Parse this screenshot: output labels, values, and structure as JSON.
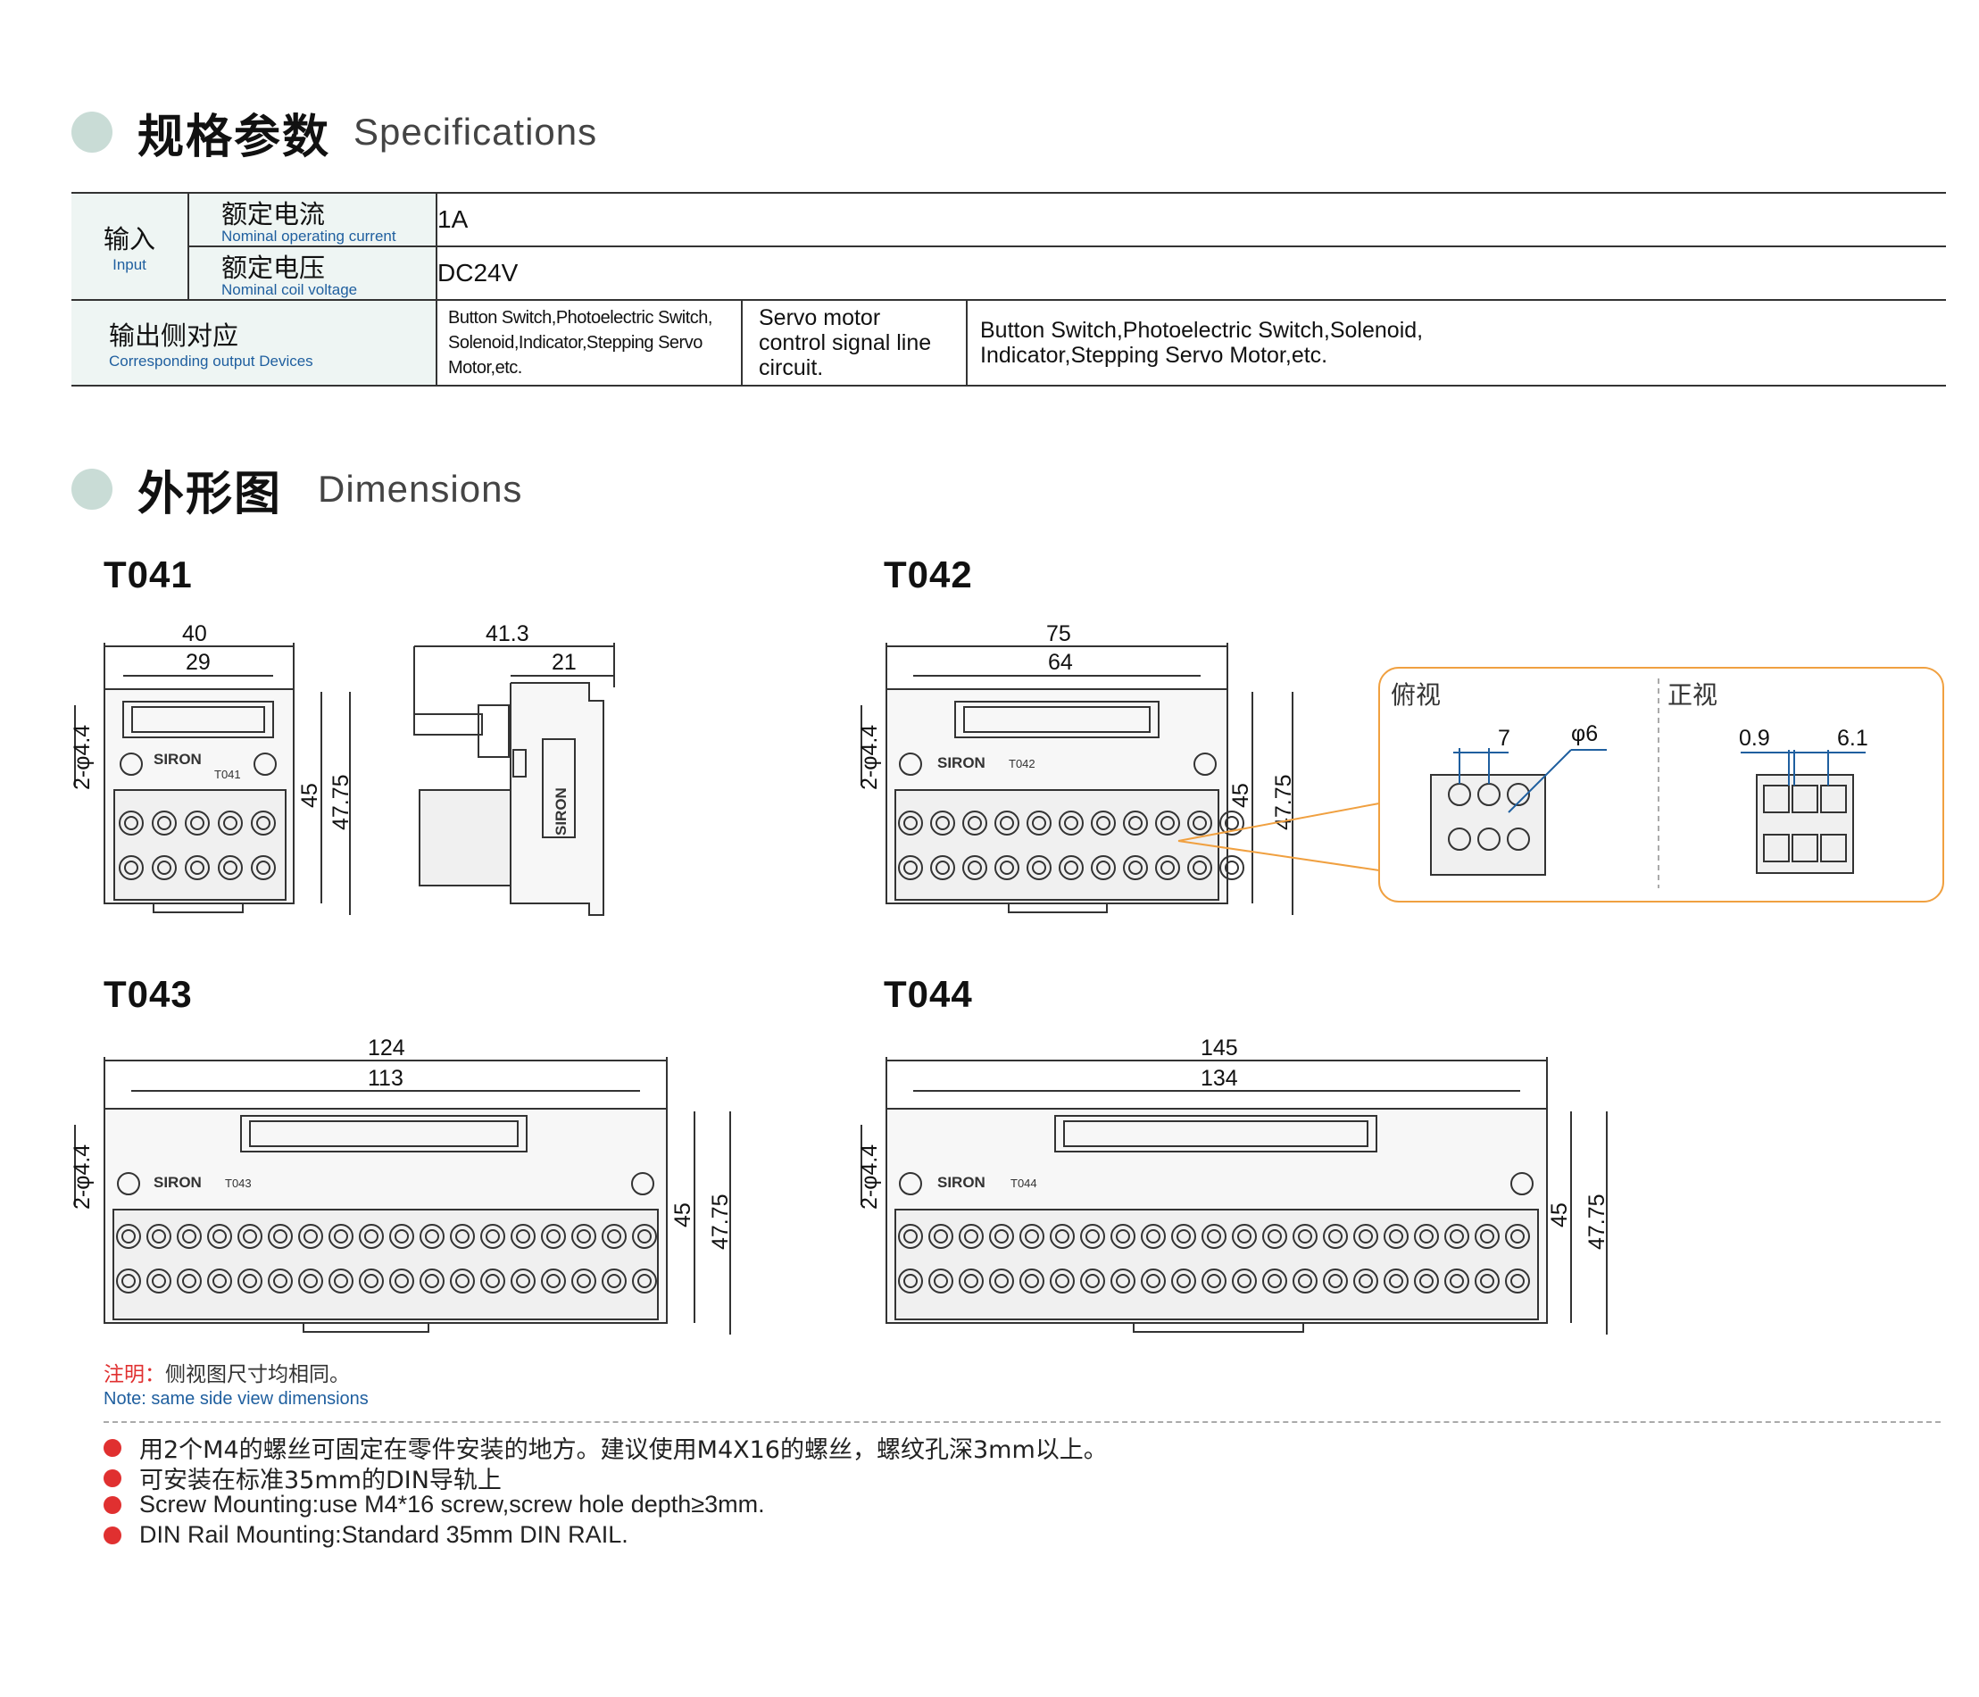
{
  "specs_section": {
    "title_cn": "规格参数",
    "title_en": "Specifications"
  },
  "spec_table": {
    "input_cn": "输入",
    "input_en": "Input",
    "current_cn": "额定电流",
    "current_en": "Nominal operating current",
    "current_value": "1A",
    "voltage_cn": "额定电压",
    "voltage_en": "Nominal coil voltage",
    "voltage_value": "DC24V",
    "output_cn": "输出侧对应",
    "output_en": "Corresponding output Devices",
    "output_col1": "Button Switch,Photoelectric Switch, Solenoid,Indicator,Stepping Servo Motor,etc.",
    "output_col2": "Servo motor control signal line circuit.",
    "output_col3": "Button Switch,Photoelectric Switch,Solenoid, Indicator,Stepping Servo Motor,etc."
  },
  "dims_section": {
    "title_cn": "外形图",
    "title_en": "Dimensions"
  },
  "models": {
    "t041": {
      "name": "T041",
      "label": "T041",
      "brand": "SIRON",
      "w_outer": "40",
      "w_inner": "29",
      "hole": "2-φ4.4",
      "h_inner": "45",
      "h_outer": "47.75",
      "side_w": "41.3",
      "side_w2": "21"
    },
    "t042": {
      "name": "T042",
      "label": "T042",
      "brand": "SIRON",
      "w_outer": "75",
      "w_inner": "64",
      "hole": "2-φ4.4",
      "h_inner": "45",
      "h_outer": "47.75"
    },
    "t043": {
      "name": "T043",
      "label": "T043",
      "brand": "SIRON",
      "w_outer": "124",
      "w_inner": "113",
      "hole": "2-φ4.4",
      "h_inner": "45",
      "h_outer": "47.75"
    },
    "t044": {
      "name": "T044",
      "label": "T044",
      "brand": "SIRON",
      "w_outer": "145",
      "w_inner": "134",
      "hole": "2-φ4.4",
      "h_inner": "45",
      "h_outer": "47.75"
    }
  },
  "detail": {
    "top_view": "俯视",
    "front_view": "正视",
    "pitch": "7",
    "dia": "φ6",
    "gap": "0.9",
    "width": "6.1"
  },
  "note": {
    "label": "注明：",
    "text_cn": "侧视图尺寸均相同。",
    "text_en": "Note: same side view dimensions"
  },
  "features": [
    "用2个M4的螺丝可固定在零件安装的地方。建议使用M4X16的螺丝，螺纹孔深3mm以上。",
    "可安装在标准35mm的DIN导轨上",
    "Screw Mounting:use M4*16 screw,screw hole  depth≥3mm.",
    "DIN Rail Mounting:Standard 35mm DIN RAIL."
  ],
  "colors": {
    "accent_dot": "#c9dcd6",
    "header_bg": "#eef5f3",
    "en_blue": "#1f5f9f",
    "callout_orange": "#f0a040",
    "bullet_red": "#e03030"
  }
}
